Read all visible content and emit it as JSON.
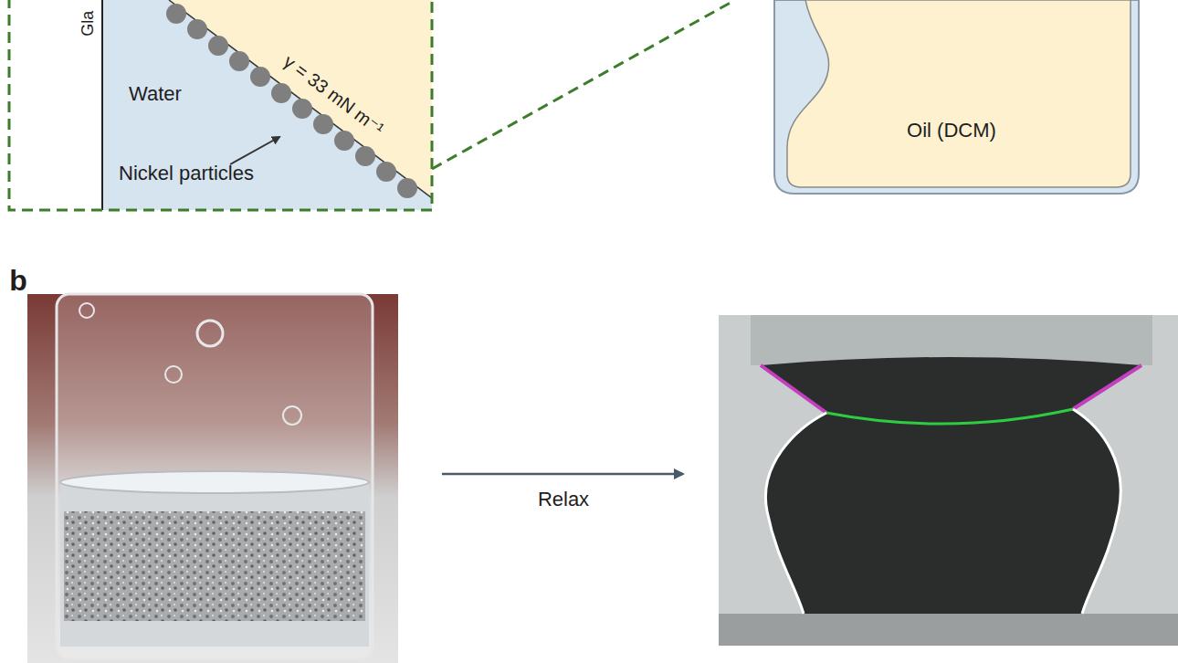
{
  "diagram": {
    "labels": [
      "Gla",
      "Water",
      "γ = 33 mN m⁻¹",
      "Nickel particles",
      "Oil (DCM)",
      "b",
      "Relax"
    ]
  }
}
